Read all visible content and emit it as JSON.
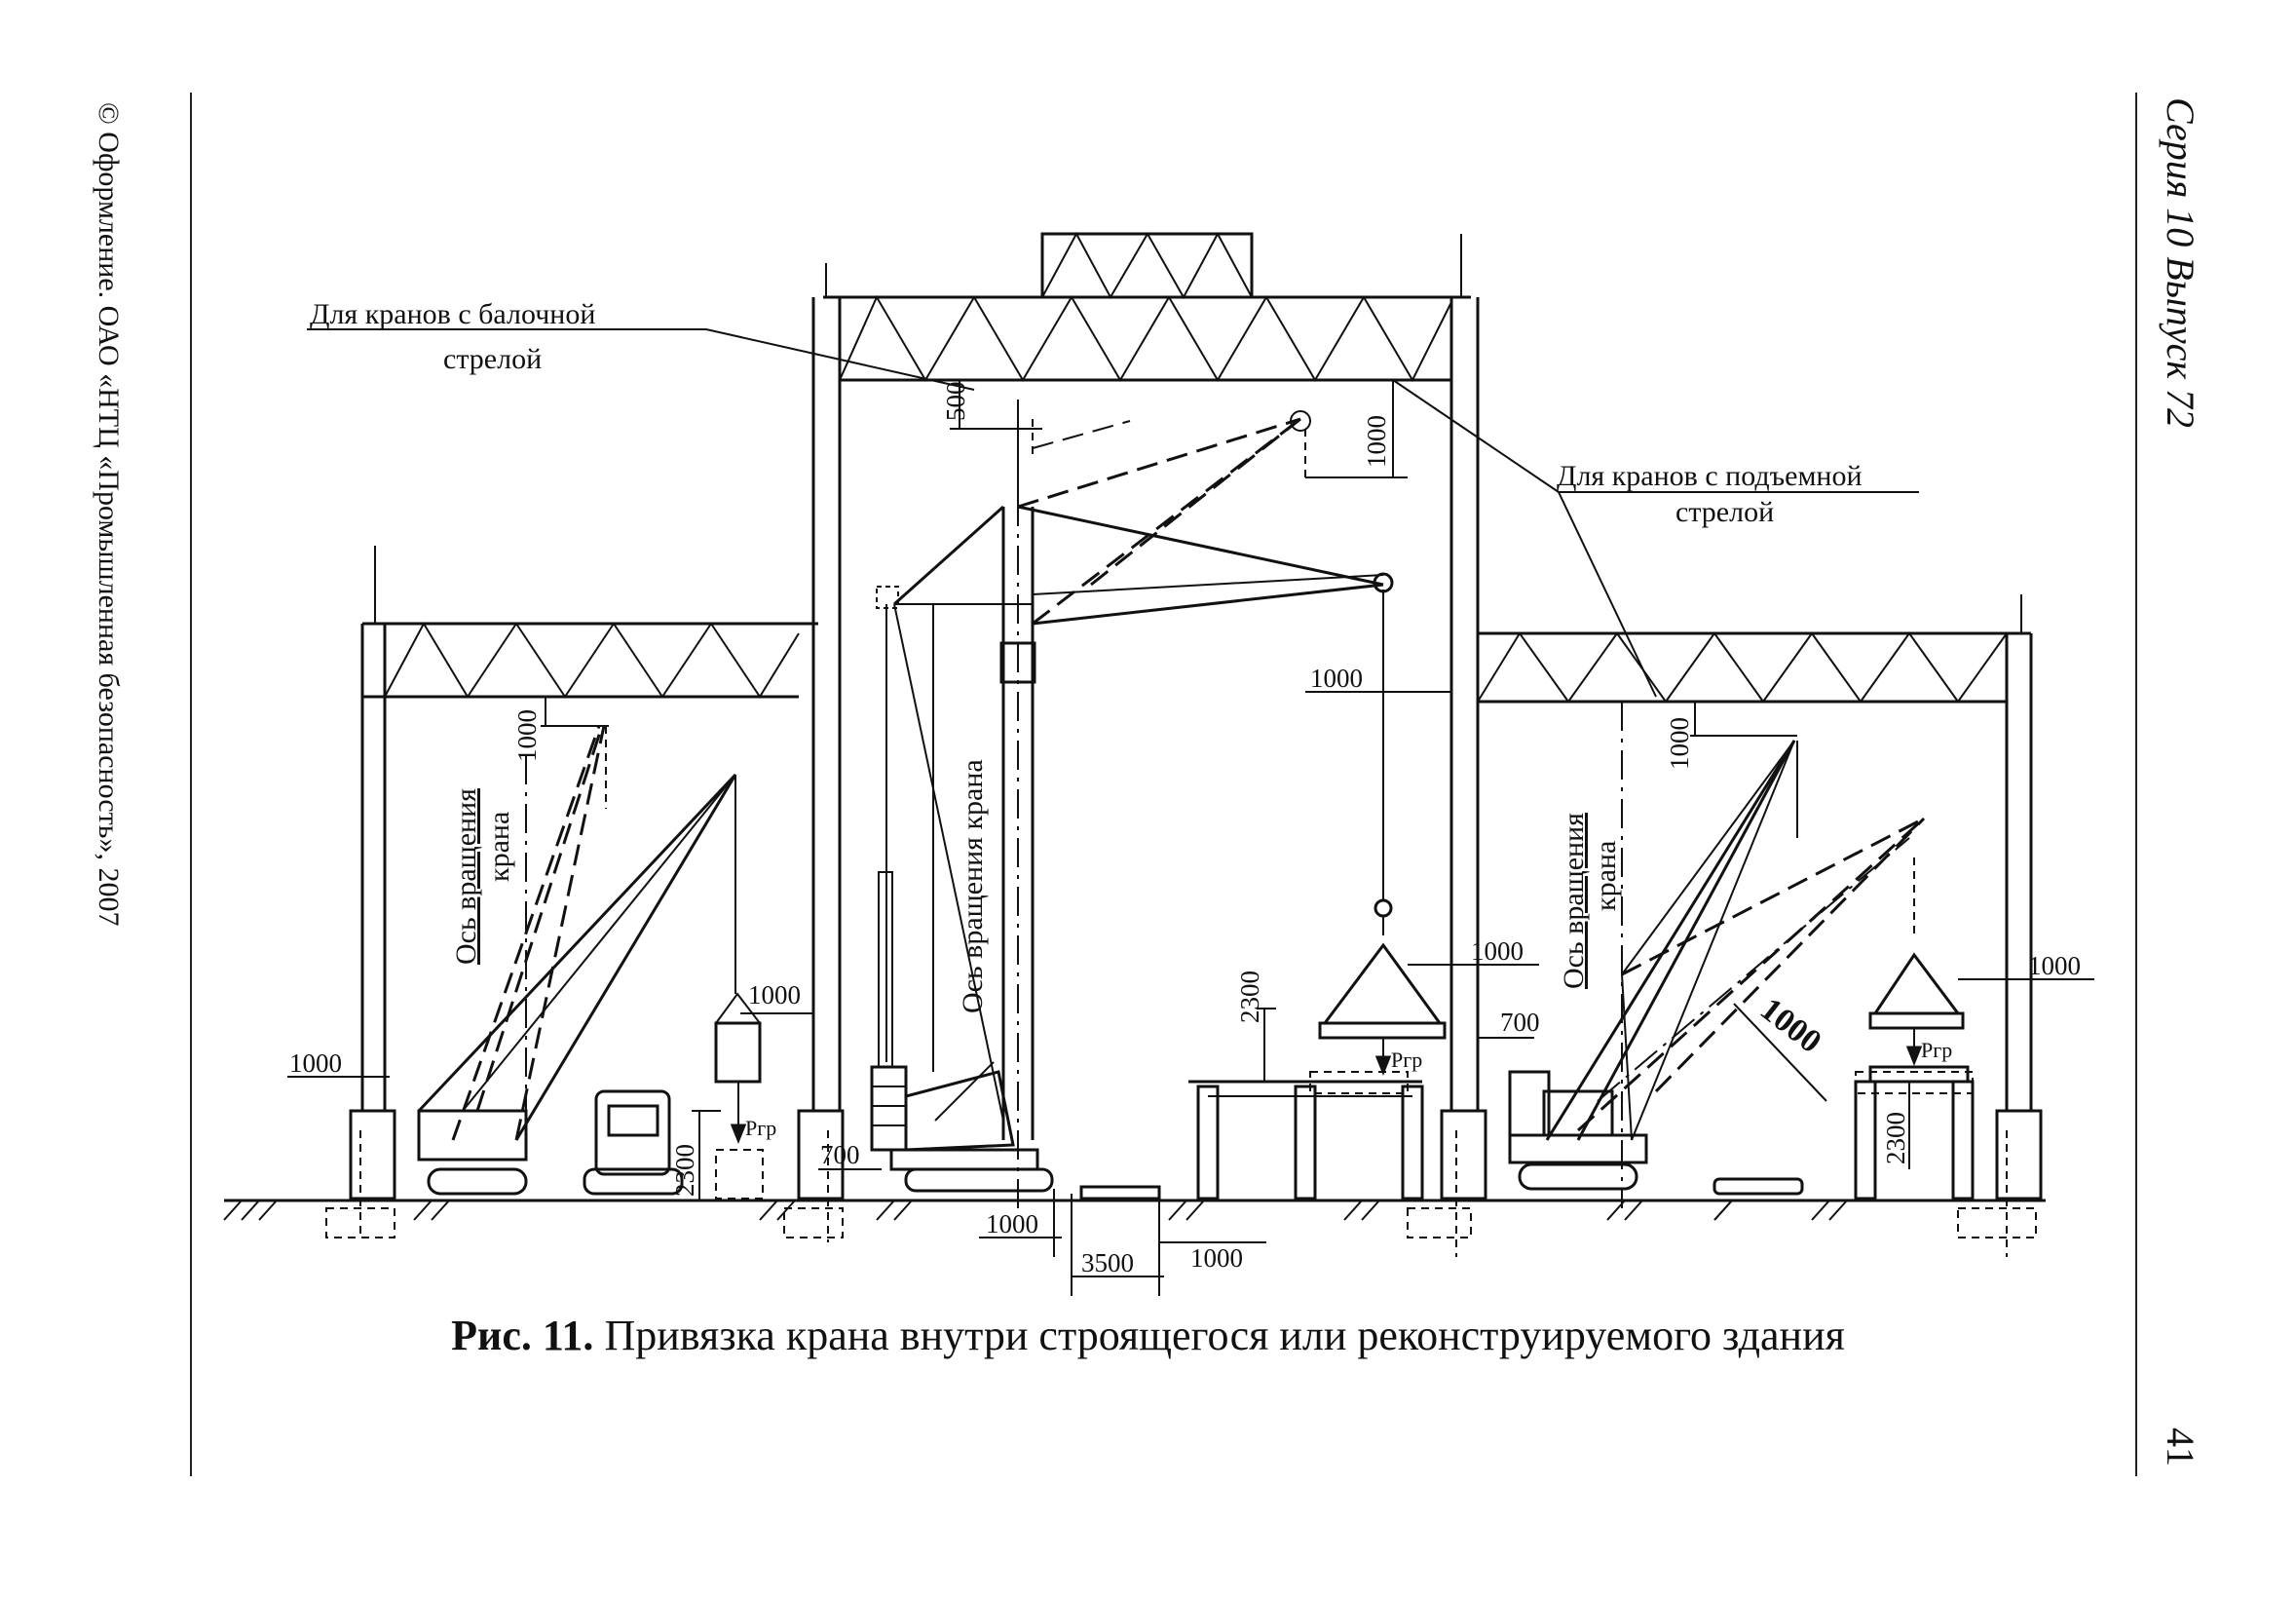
{
  "margin_left": {
    "copyright": "© Оформление. ОАО «НТЦ «Промышленная безопасность», 2007"
  },
  "margin_right": {
    "series": "Серия 10 Выпуск 72",
    "page_number": "41"
  },
  "figure": {
    "caption_number": "Рис. 11.",
    "caption_text": "Привязка крана внутри строящегося или реконструируемого здания"
  },
  "callouts": {
    "beam_boom_line1": "Для кранов с балочной",
    "beam_boom_line2": "стрелой",
    "lift_boom_line1": "Для кранов с подъемной",
    "lift_boom_line2": "стрелой"
  },
  "axis_labels": {
    "left_line1": "Ось вращения",
    "left_line2": "крана",
    "center": "Ось вращения крана",
    "right_line1": "Ось вращения",
    "right_line2": "крана"
  },
  "dimensions": {
    "d500": "500",
    "d1000_top_right": "1000",
    "d1000_center_h": "1000",
    "d1000_left_v": "1000",
    "d1000_left_side": "1000",
    "d1000_left_hook": "1000",
    "d2300_left": "2300",
    "d700_left": "700",
    "d1000_bottom": "1000",
    "d3500": "3500",
    "d1000_bottom_right": "1000",
    "d2300_center": "2300",
    "d1000_center_load": "1000",
    "d700_right": "700",
    "d1000_right_v": "1000",
    "d1000_diag": "1000",
    "d1000_far_right": "1000",
    "d2300_right": "2300"
  },
  "load_labels": {
    "left": "Ргр",
    "center": "Ргр",
    "right": "Ргр"
  }
}
